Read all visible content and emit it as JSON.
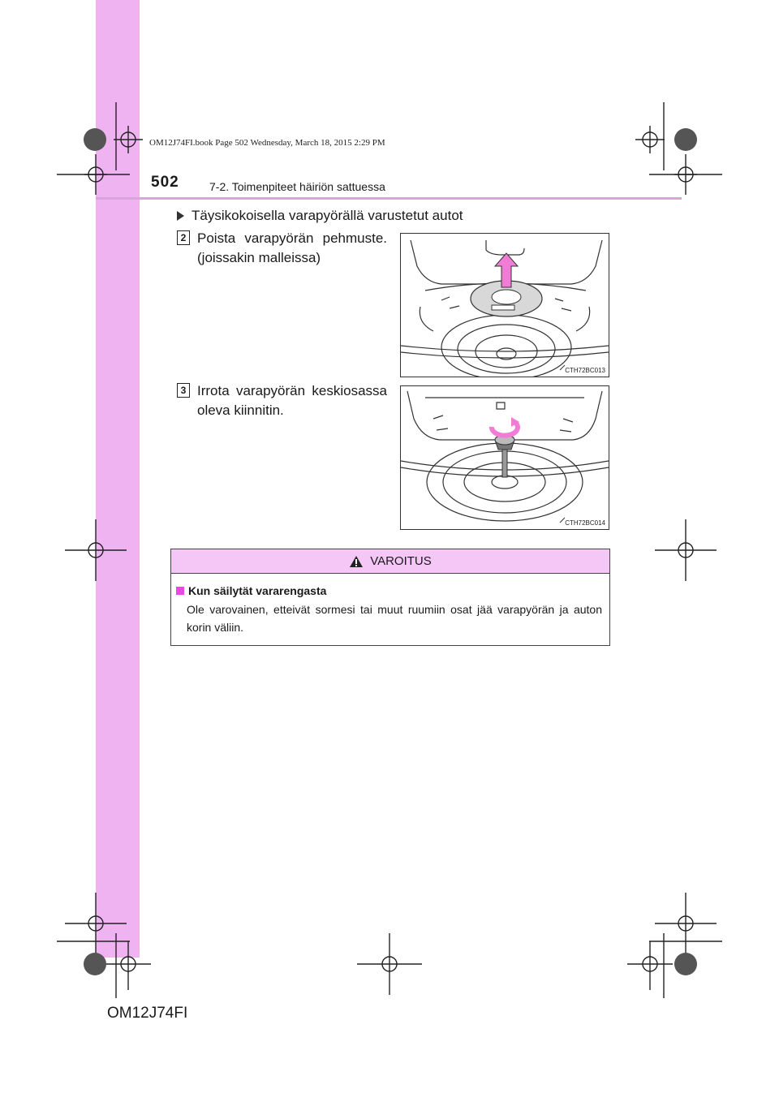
{
  "header": {
    "page_number": "502",
    "section_title": "7-2. Toimenpiteet häiriön sattuessa",
    "print_meta": "OM12J74FI.book  Page 502  Wednesday, March 18, 2015  2:29 PM"
  },
  "content": {
    "bullet_heading": "Täysikokoisella varapyörällä varustetut autot",
    "steps": [
      {
        "number": "2",
        "text": "Poista varapyörän pehmuste. (joissakin malleissa)",
        "figure_code": "CTH72BC013"
      },
      {
        "number": "3",
        "text": "Irrota varapyörän keskiosassa oleva kiinnitin.",
        "figure_code": "CTH72BC014"
      }
    ]
  },
  "warning": {
    "label": "VAROITUS",
    "title": "Kun säilytät vararengasta",
    "body": "Ole varovainen, etteivät sormesi tai muut ruumiin osat jää varapyörän ja auton korin väliin."
  },
  "footer": {
    "code": "OM12J74FI"
  },
  "colors": {
    "band": "#efb3f1",
    "warning_header": "#f4c7f6",
    "arrow": "#f07cd6",
    "square": "#e64ae0"
  }
}
